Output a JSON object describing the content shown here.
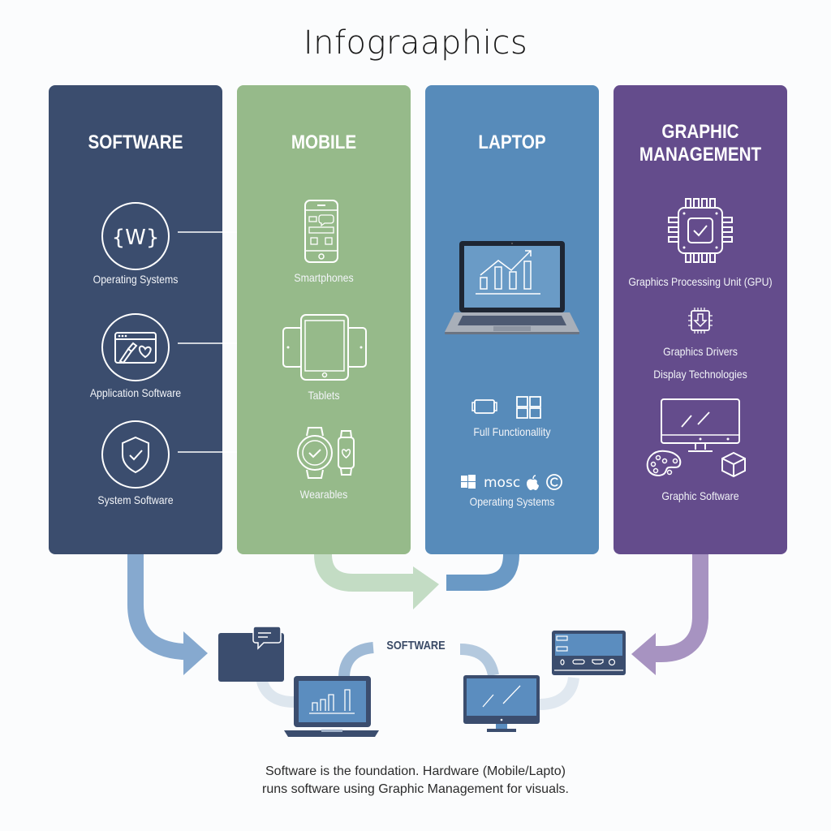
{
  "title": "Infograaphics",
  "colors": {
    "software": "#3b4d6e",
    "mobile": "#96ba8a",
    "laptop": "#578bba",
    "graphic": "#644c8c"
  },
  "panels": {
    "software": {
      "heading": "SOFTWARE",
      "items": [
        {
          "label": "Operating Systems",
          "icon": "code-braces-icon",
          "glyph": "{W}"
        },
        {
          "label": "Application Software",
          "icon": "app-window-brush-icon"
        },
        {
          "label": "System Software",
          "icon": "shield-check-icon"
        }
      ]
    },
    "mobile": {
      "heading": "MOBILE",
      "items": [
        {
          "label": "Smartphones",
          "icon": "smartphone-icon"
        },
        {
          "label": "Tablets",
          "icon": "tablet-icon"
        },
        {
          "label": "Wearables",
          "icon": "smartwatch-icon"
        }
      ]
    },
    "laptop": {
      "heading": "LAPTOP",
      "items": [
        {
          "label": "Full Functionallity",
          "icon": "battery-grid-icon"
        },
        {
          "label": "Operating Systems",
          "icon": "os-logos-icon",
          "os_text": "mosc"
        }
      ]
    },
    "graphic": {
      "heading_line1": "GRAPHIC",
      "heading_line2": "MANAGEMENT",
      "items": [
        {
          "label": "Graphics Processing Unit (GPU)",
          "icon": "gpu-chip-icon"
        },
        {
          "label": "Graphics Drivers",
          "icon": "driver-download-chip-icon"
        },
        {
          "label": "Display Technologies"
        },
        {
          "label": "Graphic Software",
          "icon": "monitor-palette-cube-icon"
        }
      ]
    }
  },
  "flow": {
    "center_label": "SOFTWARE"
  },
  "caption": {
    "line1": "Software is the foundation. Hardware (Mobile/Lapto)",
    "line2": "runs software using Graphic Management for visuals."
  }
}
